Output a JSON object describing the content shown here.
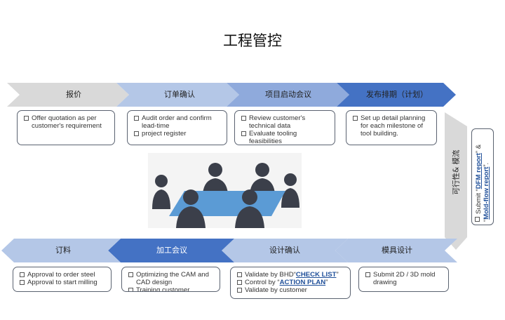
{
  "title": "工程管控",
  "top_steps": [
    {
      "label": "报价",
      "items": [
        "Offer quotation as per customer's requirement"
      ]
    },
    {
      "label": "订单确认",
      "items": [
        "Audit order and confirm lead-time",
        "project register"
      ]
    },
    {
      "label": "项目启动会议",
      "items": [
        "Review customer's technical data",
        "Evaluate tooling feasibilities"
      ]
    },
    {
      "label": "发布排期（计划）",
      "items": [
        "Set up detail planning for each milestone of tool building."
      ]
    }
  ],
  "side_step": {
    "label": "可行性& 模流",
    "item_prefix": "Submit",
    "link1": "DFM report",
    "between": "&",
    "link2": "Mold-flow report"
  },
  "bottom_steps": [
    {
      "label": "订料",
      "items": [
        "Approval to order steel",
        "Approval to start milling"
      ]
    },
    {
      "label": "加工会议",
      "items": [
        "Optimizing the CAM and CAD design",
        "Training customer standard"
      ]
    },
    {
      "label": "设计确认",
      "items_rich": [
        {
          "prefix": "Validate by BHD",
          "link": "CHECK LIST",
          "suffix": ""
        },
        {
          "prefix": "Control by",
          "link": "ACTION PLAN",
          "suffix": ""
        },
        {
          "prefix": "Validate by customer",
          "link": "",
          "suffix": ""
        }
      ]
    },
    {
      "label": "模具设计",
      "items": [
        "Submit 2D / 3D mold drawing"
      ]
    }
  ],
  "colors": {
    "step1": "#d9d9d9",
    "step2": "#b4c7e7",
    "step3": "#8faadc",
    "step4": "#4472c4",
    "table": "#5b9bd5",
    "people": "#3b3f4a"
  }
}
